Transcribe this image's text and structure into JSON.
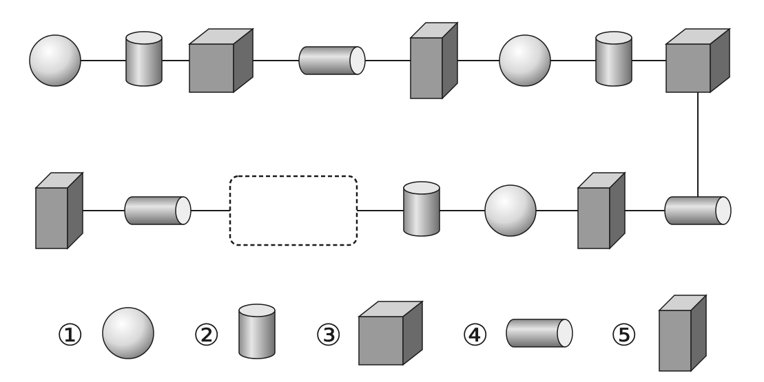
{
  "sequence": {
    "row1": [
      "sphere",
      "upright-cylinder",
      "cube",
      "horizontal-cylinder",
      "tall-box",
      "sphere",
      "upright-cylinder",
      "cube"
    ],
    "row2": [
      "tall-box",
      "horizontal-cylinder",
      "blank",
      "upright-cylinder",
      "sphere",
      "tall-box",
      "horizontal-cylinder"
    ]
  },
  "options": [
    {
      "label": "①",
      "shape": "sphere"
    },
    {
      "label": "②",
      "shape": "upright-cylinder"
    },
    {
      "label": "③",
      "shape": "cube"
    },
    {
      "label": "④",
      "shape": "horizontal-cylinder"
    },
    {
      "label": "⑤",
      "shape": "tall-box"
    }
  ],
  "colors": {
    "line": "#1a1a1a",
    "box_front": "#9a9a9a",
    "box_top": "#d2d2d2",
    "box_side": "#6a6a6a",
    "dashed_border": "#1a1a1a"
  }
}
